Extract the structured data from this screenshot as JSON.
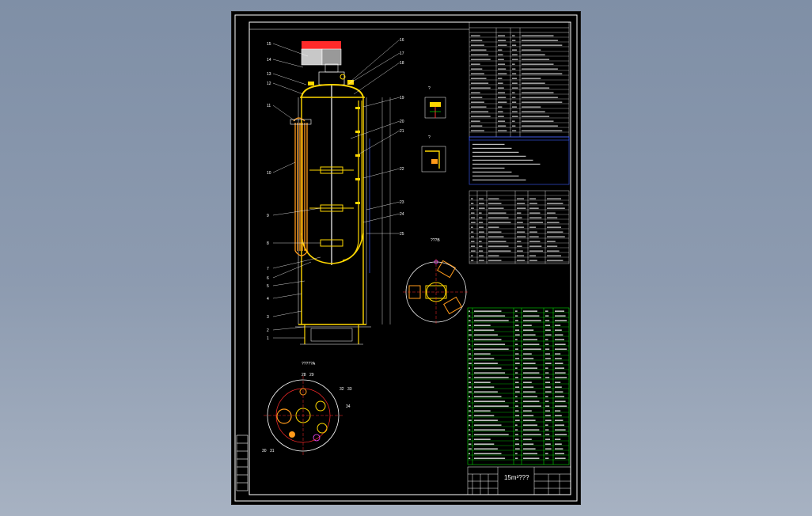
{
  "colors": {
    "background": "#8896ab",
    "sheet": "#000000",
    "border": "#ffffff",
    "vessel": "#ffd700",
    "coil": "#ff9a1a",
    "leader": "#ffffff",
    "table_line": "#00ff00",
    "blue_line": "#3c5cff",
    "red": "#ff2a2a",
    "cyan": "#00e5ff",
    "magenta": "#ff4dff"
  },
  "drawing": {
    "title": "15m³???",
    "view_labels": {
      "top_view": "?????A",
      "section_b": "???B",
      "detail": "?"
    }
  },
  "part_callouts": {
    "left": [
      "15",
      "14",
      "13",
      "12",
      "11",
      "10",
      "9",
      "8",
      "7",
      "6",
      "5",
      "4",
      "3",
      "2",
      "1"
    ],
    "right": [
      "16",
      "17",
      "18",
      "19",
      "20",
      "21",
      "22",
      "23",
      "24",
      "25"
    ],
    "plan": [
      "28",
      "29",
      "30",
      "31",
      "32",
      "33",
      "34"
    ]
  },
  "icons": [
    "pressure-vessel-icon",
    "heating-coil-icon",
    "agitator-icon",
    "motor-icon"
  ]
}
